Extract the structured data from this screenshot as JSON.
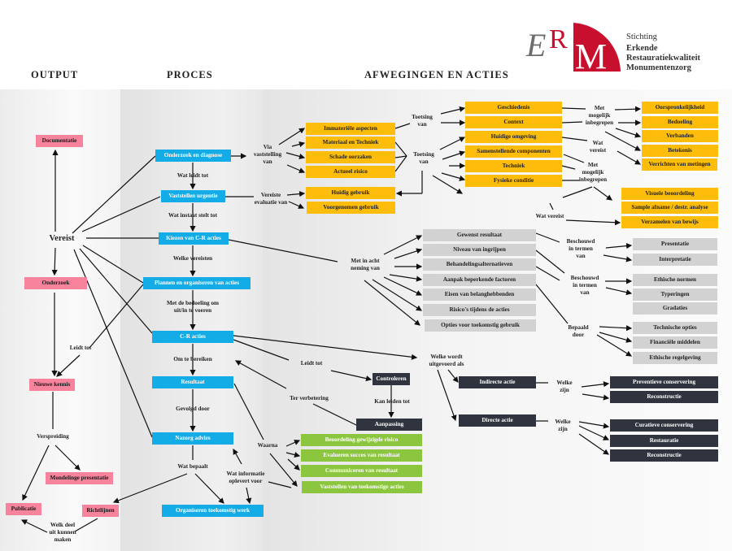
{
  "logo": {
    "letters": "ERM",
    "line1": "Stichting",
    "line2": "Erkende",
    "line3": "Restauratiekwaliteit",
    "line4": "Monumentenzorg",
    "colors": {
      "red": "#c8102e",
      "gray": "#6d6d6d"
    }
  },
  "columns": [
    "OUTPUT",
    "PROCES",
    "AFWEGINGEN EN ACTIES"
  ],
  "colors": {
    "output": "#f7839d",
    "proces": "#14ace6",
    "analysis": "#fdbd0a",
    "considerations": "#d2d2d2",
    "actions": "#2f343e",
    "aftercare": "#8cc63f"
  },
  "output_nodes": [
    "Documentatie",
    "Onderzoek",
    "Nieuwe kennis",
    "Mondelinge presentatie",
    "Publicatie",
    "Richtlijnen"
  ],
  "output_labels": [
    "Vereist",
    "Leidt tot",
    "Verspreiding",
    "Welk deel\nuit kunnen\nmaken"
  ],
  "proces_nodes": [
    "Onderzoek en diagnose",
    "Vaststellen urgentie",
    "Kiezen van C-R acties",
    "Plannen en organiseren van acties",
    "C-R acties",
    "Resultaat",
    "Nazorg advies",
    "Organiseren toekomstig werk"
  ],
  "proces_labels": [
    "Wat leidt tot",
    "Wat instaat stelt tot",
    "Welke vereisten",
    "Met de bedoeling om\nuit/in te voeren",
    "Om te bereiken",
    "Gevolgd door",
    "Wat bepaalt",
    "Wat informatie\noplevert voor",
    "Via\nvaststelling\nvan",
    "Vereiste\nevaluatie van"
  ],
  "aspects": [
    "Immateriële aspecten",
    "Materiaal en Techniek",
    "Schade oorzaken",
    "Actueel risico",
    "Huidig gebruik",
    "Voorgenomen gebruik"
  ],
  "assessment": [
    "Geschiedenis",
    "Context",
    "Huidige omgeving",
    "Samenstellende componenten",
    "Techniek",
    "Fysieke conditie"
  ],
  "assessment_labels": [
    "Toetsing\nvan",
    "Toetsing\nvan",
    "Met\nmogelijk\ninbegrepen",
    "Wat\nvereist",
    "Met\nmogelijk\ninbegrepen",
    "Wat vereist"
  ],
  "values": [
    "Oorspronkelijkheid",
    "Bedoeling",
    "Verbanden",
    "Betekenis",
    "Verrichten van metingen"
  ],
  "methods": [
    "Visuele beoordeling",
    "Sample afname / destr. analyse",
    "Verzamelen van bewijs"
  ],
  "considerations": [
    "Gewenst resultaat",
    "Niveau van ingrijpen",
    "Behandelingsalternatieven",
    "Aanpak beperkende factoren",
    "Eisen van belanghebbenden",
    "Risico's tijdens de acties",
    "Opties voor toekomstig gebruik"
  ],
  "consideration_labels": [
    "Met in acht\nneming van",
    "Beschouwd\nin termen\nvan",
    "Beschouwd\nin termen\nvan",
    "Bepaald\ndoor"
  ],
  "terms": [
    "Presentatie",
    "Interpretatie",
    "Ethische normen",
    "Typeringen",
    "Gradaties",
    "Technische opties",
    "Financiële middelen",
    "Ethische regelgeving"
  ],
  "actions": [
    "Controleren",
    "Aanpassing",
    "Indirecte actie",
    "Directe actie",
    "Preventieve conservering",
    "Reconstructie",
    "Curatieve conservering",
    "Restauratie",
    "Reconstructie"
  ],
  "action_labels": [
    "Leidt tot",
    "Kan leiden tot",
    "Ter verbetering",
    "Welke wordt\nuitgevoerd als",
    "Welke\nzijn",
    "Welke\nzijn",
    "Waarna"
  ],
  "aftercare": [
    "Beoordeling gewijzigde risico",
    "Evalueren succes van resultaat",
    "Communiceren van resultaat",
    "Vaststellen van toekomstige acties"
  ]
}
